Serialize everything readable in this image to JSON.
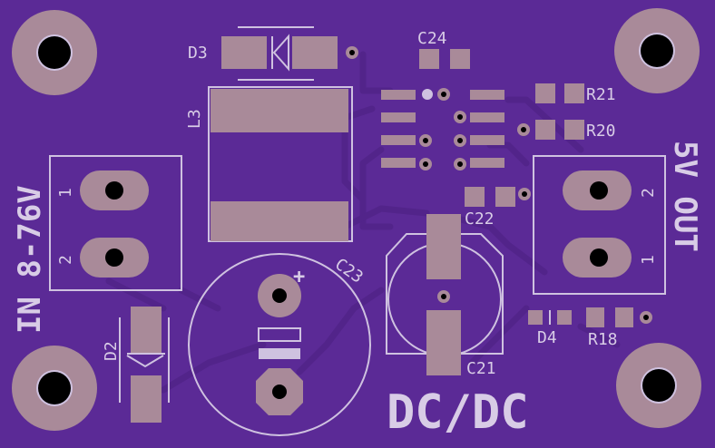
{
  "board": {
    "background": "#5b2a96",
    "silkscreen_color": "#d8cce6",
    "copper_color": "#a98a99"
  },
  "labels": {
    "d3": "D3",
    "l3": "L3",
    "c24": "C24",
    "r21": "R21",
    "r20": "R20",
    "c22": "C22",
    "c23": "C23",
    "c21": "C21",
    "d2": "D2",
    "d4": "D4",
    "r18": "R18",
    "in_title": "IN 8-76V",
    "out_title": "5V OUT",
    "dcdc": "DC/DC",
    "in_pin1": "1",
    "in_pin2": "2",
    "out_pin2": "2",
    "out_pin1": "1",
    "plus": "+"
  }
}
